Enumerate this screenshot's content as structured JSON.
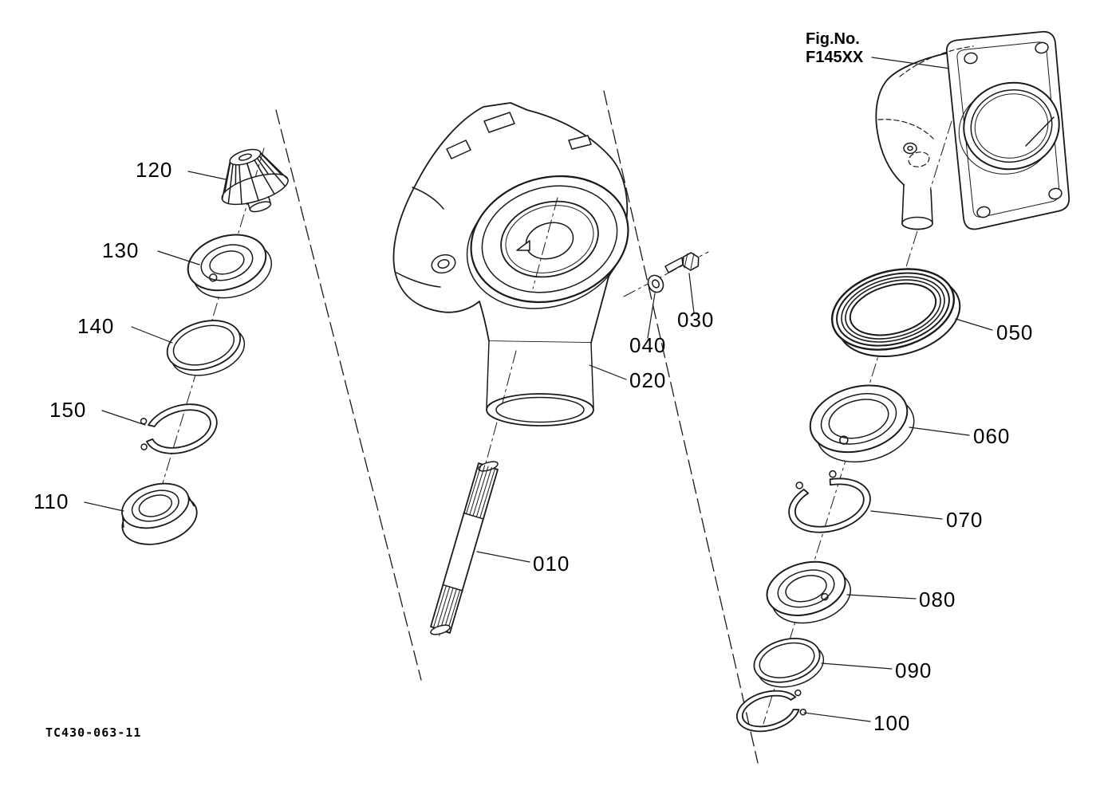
{
  "figure": {
    "fig_no_label": "Fig.No.",
    "fig_no_value": "F145XX",
    "drawing_number": "TC430-063-11"
  },
  "colors": {
    "line": "#1a1a1a",
    "background": "#ffffff"
  },
  "parts": [
    {
      "label": "010"
    },
    {
      "label": "020"
    },
    {
      "label": "030"
    },
    {
      "label": "040"
    },
    {
      "label": "050"
    },
    {
      "label": "060"
    },
    {
      "label": "070"
    },
    {
      "label": "080"
    },
    {
      "label": "090"
    },
    {
      "label": "100"
    },
    {
      "label": "110"
    },
    {
      "label": "120"
    },
    {
      "label": "130"
    },
    {
      "label": "140"
    },
    {
      "label": "150"
    }
  ]
}
